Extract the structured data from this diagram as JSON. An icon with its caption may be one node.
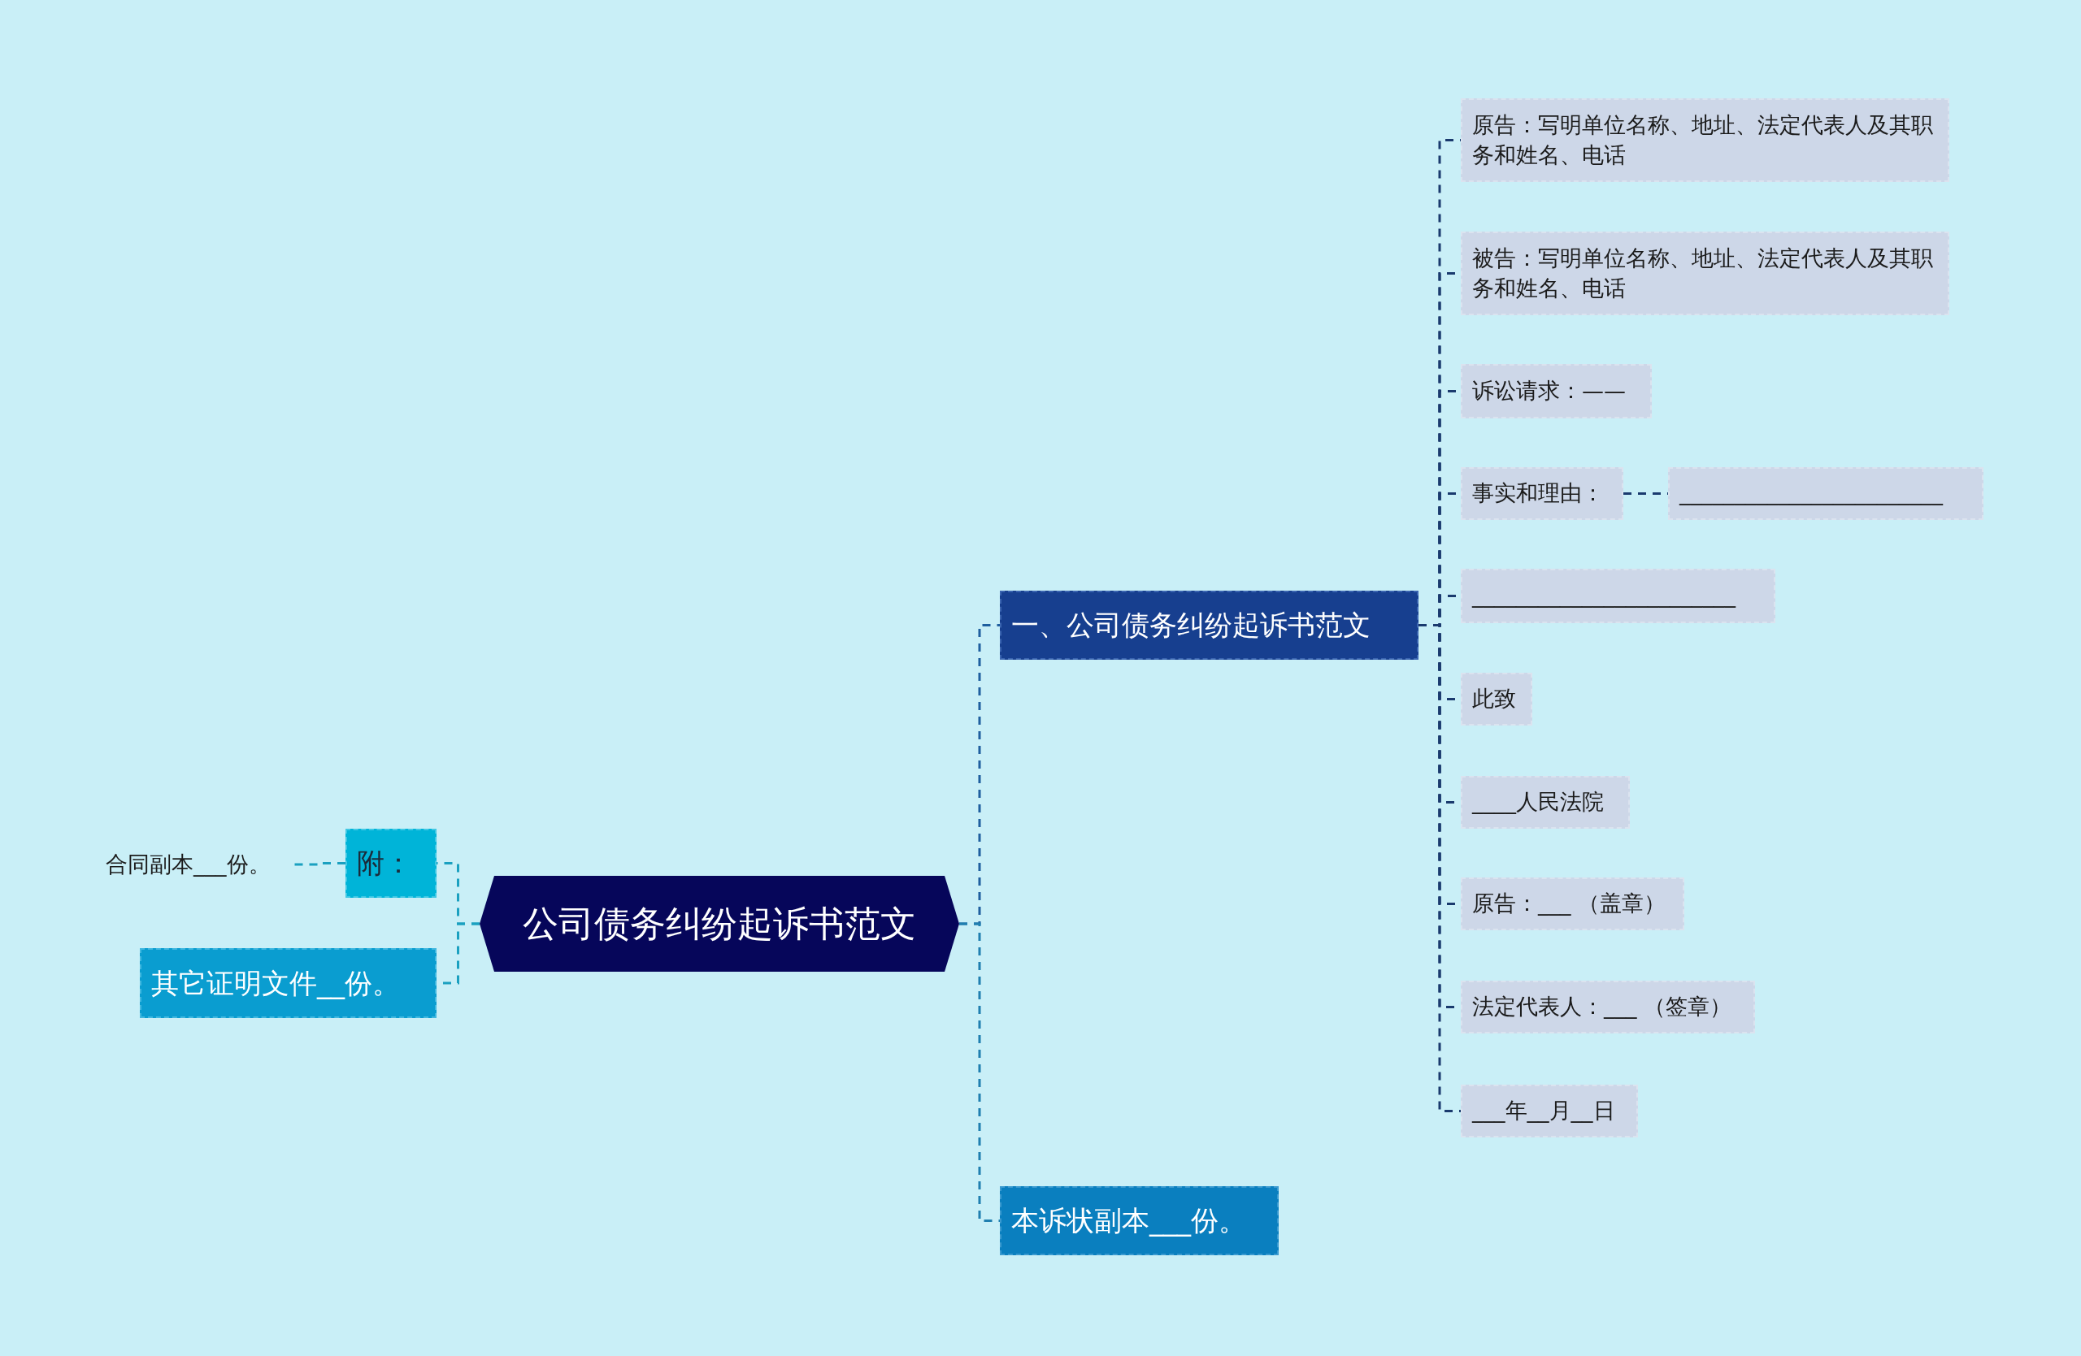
{
  "diagram": {
    "nodes": [
      {
        "text": [
          "公司债务纠纷起诉书范文"
        ]
      },
      {
        "text": [
          "一、公司债务纠纷起诉书范文"
        ]
      },
      {
        "text": [
          "原告：写明单位名称、地址、法定代表人及其职务和姓名、电话"
        ]
      },
      {
        "text": [
          "被告：写明单位名称、地址、法定代表人及其职务和姓名、电话"
        ]
      },
      {
        "text": [
          "诉讼请求：——"
        ]
      },
      {
        "text": [
          "事实和理由："
        ]
      },
      {
        "text": [
          "________________________"
        ]
      },
      {
        "text": [
          "________________________"
        ]
      },
      {
        "text": [
          "此致"
        ]
      },
      {
        "text": [
          "____人民法院"
        ]
      },
      {
        "text": [
          "原告：___ （盖章）"
        ]
      },
      {
        "text": [
          "法定代表人：___ （签章）"
        ]
      },
      {
        "text": [
          "___年__月__日"
        ]
      },
      {
        "text": [
          "本诉状副本___份。"
        ]
      },
      {
        "text": [
          "附："
        ]
      },
      {
        "text": [
          "合同副本___份。"
        ]
      },
      {
        "text": [
          "其它证明文件__份。"
        ]
      }
    ],
    "edges": [
      {
        "from": 0,
        "to": 1,
        "arrow": "none",
        "style": "dashed",
        "color": "#1f5f9f"
      },
      {
        "from": 1,
        "to": 2,
        "arrow": "none",
        "style": "dashed"
      },
      {
        "from": 1,
        "to": 3,
        "arrow": "none",
        "style": "dashed"
      },
      {
        "from": 1,
        "to": 4,
        "arrow": "none",
        "style": "dashed"
      },
      {
        "from": 1,
        "to": 5,
        "arrow": "none",
        "style": "dashed"
      },
      {
        "from": 5,
        "to": 6,
        "arrow": "none",
        "style": "dashed"
      },
      {
        "from": 1,
        "to": 7,
        "arrow": "none",
        "style": "dashed"
      },
      {
        "from": 1,
        "to": 8,
        "arrow": "none",
        "style": "dashed"
      },
      {
        "from": 1,
        "to": 9,
        "arrow": "none",
        "style": "dashed"
      },
      {
        "from": 1,
        "to": 10,
        "arrow": "none",
        "style": "dashed"
      },
      {
        "from": 1,
        "to": 11,
        "arrow": "none",
        "style": "dashed"
      },
      {
        "from": 1,
        "to": 12,
        "arrow": "none",
        "style": "dashed"
      },
      {
        "from": 0,
        "to": 13,
        "arrow": "none",
        "style": "dashed",
        "color": "#1f7fb0"
      },
      {
        "from": 0,
        "to": 14,
        "arrow": "none",
        "style": "dashed",
        "color": "#1aa0c0"
      },
      {
        "from": 14,
        "to": 15,
        "arrow": "none",
        "style": "dashed",
        "color": "#1aa0c0"
      },
      {
        "from": 0,
        "to": 16,
        "arrow": "none",
        "style": "dashed",
        "color": "#1aa0c0"
      }
    ]
  }
}
